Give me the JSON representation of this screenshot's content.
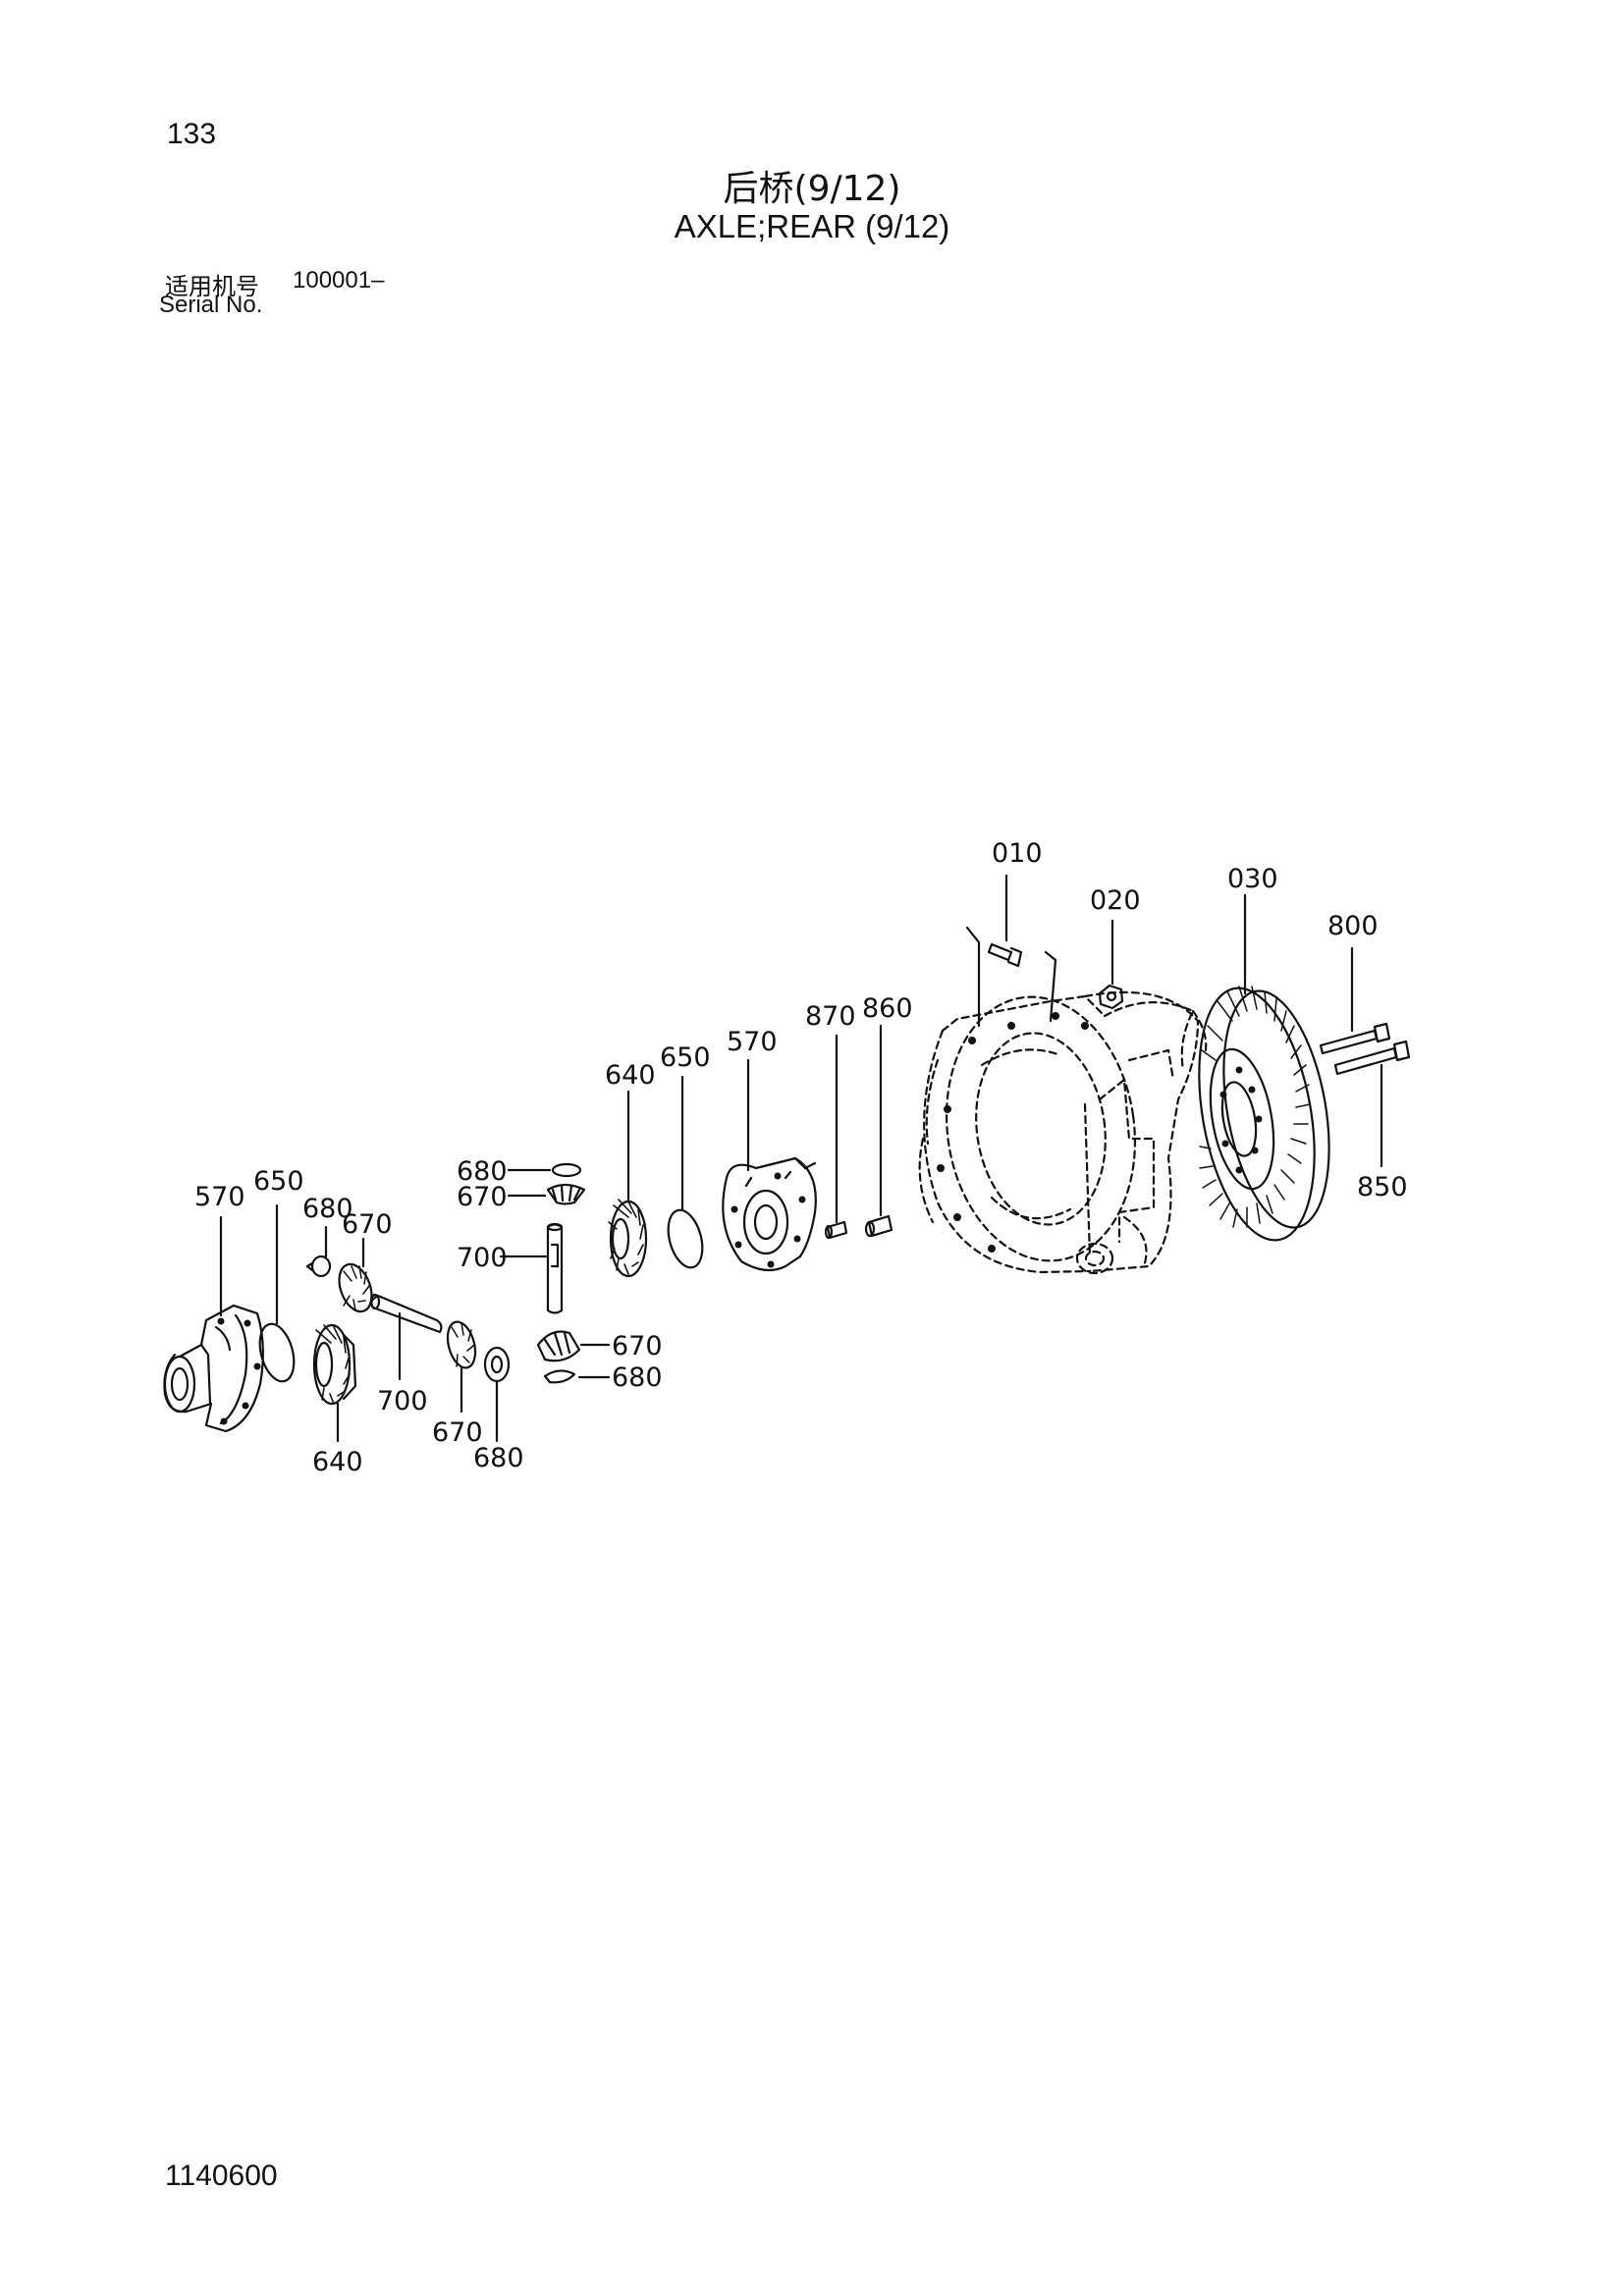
{
  "page": {
    "number": "133",
    "title_cn": "后桥(9/12)",
    "title_en": "AXLE;REAR (9/12)",
    "serial_label_cn": "适用机号",
    "serial_value": "100001–",
    "serial_label_en": "Serial No.",
    "footer_code": "1140600"
  },
  "callouts": [
    {
      "key": "c010",
      "text": "010"
    },
    {
      "key": "c020",
      "text": "020"
    },
    {
      "key": "c030",
      "text": "030"
    },
    {
      "key": "c800",
      "text": "800"
    },
    {
      "key": "c850",
      "text": "850"
    },
    {
      "key": "c870",
      "text": "870"
    },
    {
      "key": "c860",
      "text": "860"
    },
    {
      "key": "c570a",
      "text": "570"
    },
    {
      "key": "c650a",
      "text": "650"
    },
    {
      "key": "c640a",
      "text": "640"
    },
    {
      "key": "c680a",
      "text": "680"
    },
    {
      "key": "c670a",
      "text": "670"
    },
    {
      "key": "c700a",
      "text": "700"
    },
    {
      "key": "c670b",
      "text": "670"
    },
    {
      "key": "c680b",
      "text": "680"
    },
    {
      "key": "c570b",
      "text": "570"
    },
    {
      "key": "c650b",
      "text": "650"
    },
    {
      "key": "c680c",
      "text": "680"
    },
    {
      "key": "c670c",
      "text": "670"
    },
    {
      "key": "c700b",
      "text": "700"
    },
    {
      "key": "c640b",
      "text": "640"
    },
    {
      "key": "c670d",
      "text": "670"
    },
    {
      "key": "c680d",
      "text": "680"
    }
  ]
}
